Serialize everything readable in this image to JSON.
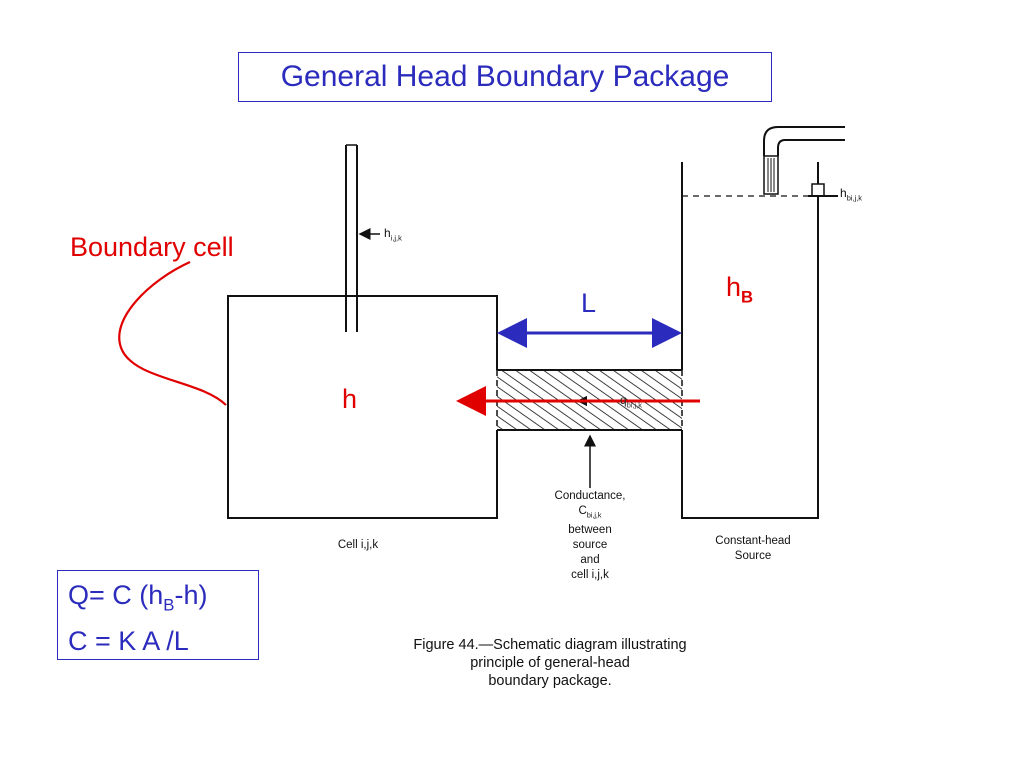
{
  "title": "General Head Boundary Package",
  "labels": {
    "boundary_cell": "Boundary cell",
    "h": "h",
    "hB_main": "h",
    "hB_sub": "B",
    "L": "L"
  },
  "diagram_text": {
    "h_ijk_main": "h",
    "h_ijk_sub": "i,j,k",
    "hb_ijk_main": "h",
    "hb_ijk_sub": "bi,j,k",
    "q_main": "q",
    "q_sub": "bi,j,k",
    "cell_label": "Cell i,j,k",
    "conductance_line1": "Conductance,",
    "conductance_C": "C",
    "conductance_C_sub": "bi,j,k",
    "conductance_line3": "between",
    "conductance_line4": "source",
    "conductance_line5": "and",
    "conductance_line6": "cell i,j,k",
    "source_line1": "Constant-head",
    "source_line2": "Source"
  },
  "formula": {
    "line1_prefix": "Q= C (h",
    "line1_sub": "B",
    "line1_suffix": "-h)",
    "line2": "C = K A /L"
  },
  "caption": {
    "line1": "Figure 44.—Schematic diagram illustrating",
    "line2": "principle of general-head",
    "line3": "boundary package."
  },
  "colors": {
    "blue": "#2b2bbd",
    "red": "#e00000",
    "ink": "#111111"
  }
}
